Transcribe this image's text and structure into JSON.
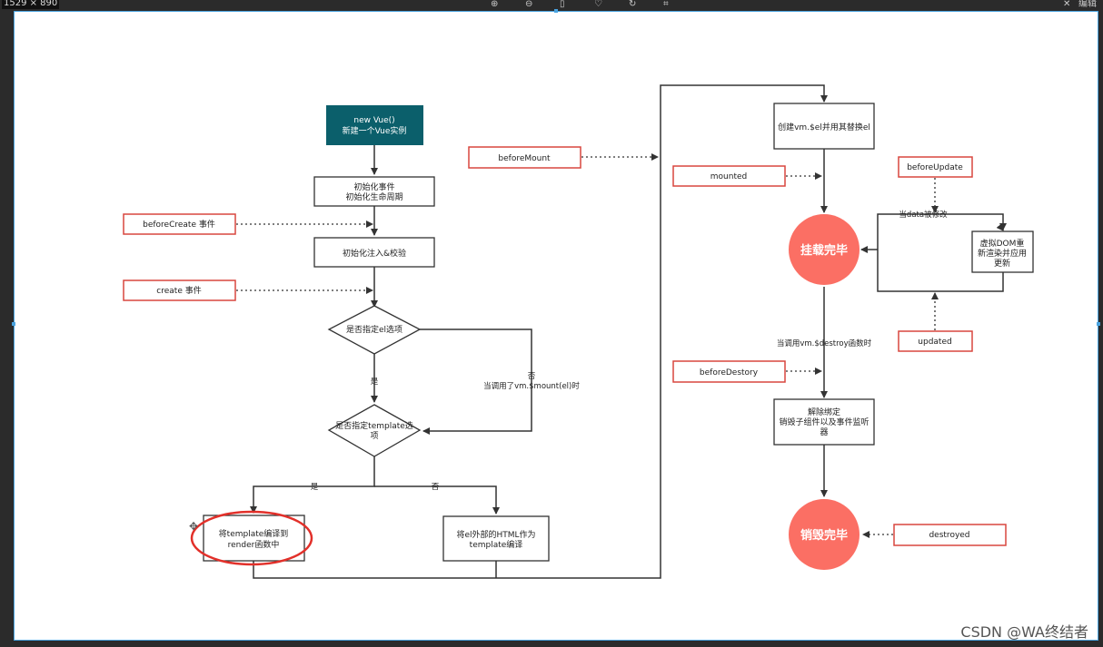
{
  "window": {
    "size_label": "1529 × 890",
    "toolbar_icons": [
      "zoom-in-icon",
      "zoom-out-icon",
      "page-icon",
      "heart-icon",
      "rotate-icon",
      "crop-icon"
    ],
    "edit_label": "编辑",
    "watermark": "CSDN @WA终结者"
  },
  "colors": {
    "teal": "#0b5f6b",
    "red_box": "#d9473f",
    "circle": "#fb6f64",
    "line": "#333333"
  },
  "nodes": {
    "start": {
      "line1": "new Vue()",
      "line2": "新建一个Vue实例"
    },
    "init_events": {
      "line1": "初始化事件",
      "line2": "初始化生命周期"
    },
    "init_inject": {
      "line1": "初始化注入&校验"
    },
    "has_el": {
      "line1": "是否指定el选项"
    },
    "has_template": {
      "line1": "是否指定template选",
      "line2": "项"
    },
    "compile_template": {
      "line1": "将template编译到",
      "line2": "render函数中"
    },
    "compile_outer": {
      "line1": "将el外部的HTML作为",
      "line2": "template编译"
    },
    "create_el": {
      "line1": "创建vm.$el并用其替换el"
    },
    "mounted_circle": {
      "line1": "挂载完毕"
    },
    "virtual_dom": {
      "line1": "虚拟DOM重",
      "line2": "新渲染并应用",
      "line3": "更新"
    },
    "teardown": {
      "line1": "解除绑定",
      "line2": "销毁子组件以及事件监听",
      "line3": "器"
    },
    "destroyed_circle": {
      "line1": "销毁完毕"
    }
  },
  "hooks": {
    "before_create": "beforeCreate 事件",
    "create": "create 事件",
    "before_mount": "beforeMount",
    "mounted": "mounted",
    "before_update": "beforeUpdate",
    "updated": "updated",
    "before_destroy": "beforeDestory",
    "destroyed": "destroyed"
  },
  "edge_labels": {
    "yes1": "是",
    "no1_a": "否",
    "no1_b": "当调用了vm.$mount(el)时",
    "yes2": "是",
    "no2": "否",
    "data_changed": "当data被修改",
    "call_destroy": "当调用vm.$destroy函数时"
  }
}
